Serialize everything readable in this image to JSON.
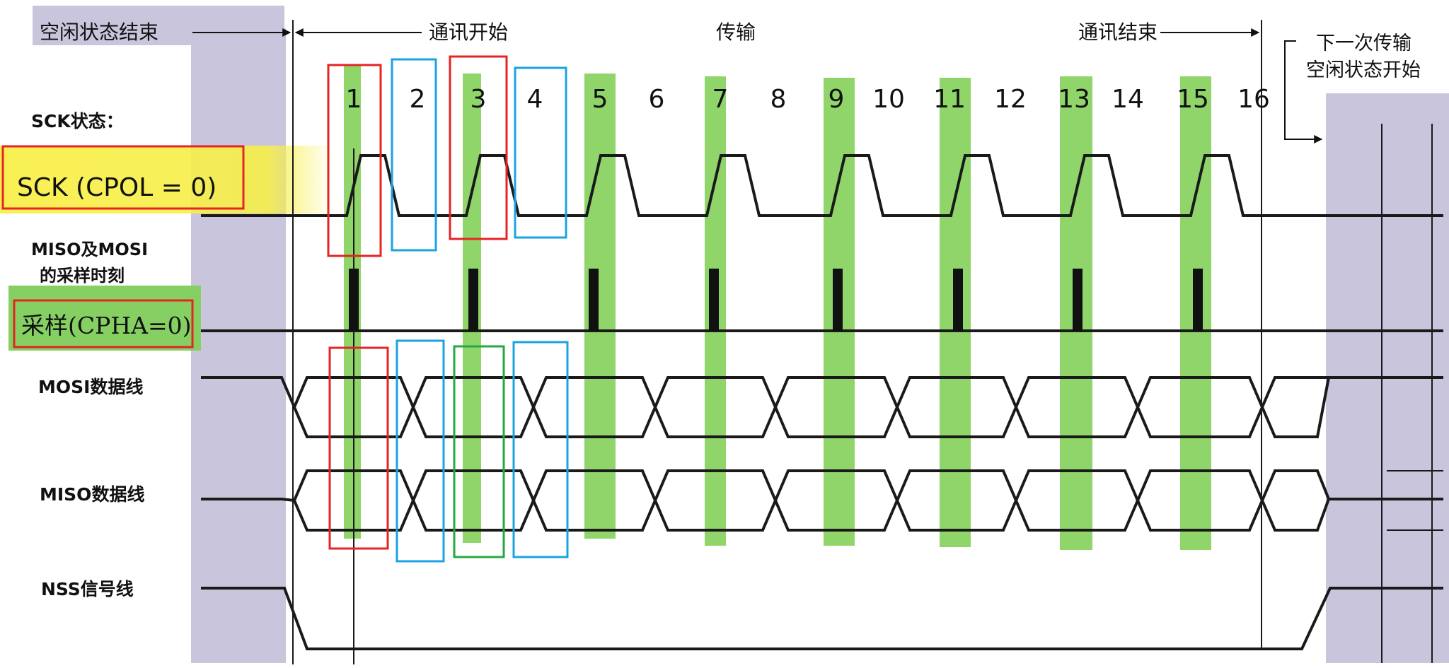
{
  "phases": {
    "idle_end": "空闲状态结束",
    "comm_start": "通讯开始",
    "transfer": "传输",
    "comm_end": "通讯结束",
    "next_idle_line1": "下一次传输",
    "next_idle_line2": "空闲状态开始"
  },
  "signals": {
    "sck_state": "SCK状态：",
    "sck_mode": "SCK (CPOL = 0)",
    "sample_title_line1": "MISO及MOSI",
    "sample_title_line2": "的采样时刻",
    "sample_mode": "采样(CPHA=0)",
    "mosi": "MOSI数据线",
    "miso": "MISO数据线",
    "nss": "NSS信号线"
  },
  "edge_numbers": [
    "1",
    "2",
    "3",
    "4",
    "5",
    "6",
    "7",
    "8",
    "9",
    "10",
    "11",
    "12",
    "13",
    "14",
    "15",
    "16"
  ],
  "colors": {
    "idle_band": "#c9c5dc",
    "sample_highlight": "#8fd56a",
    "sck_label_highlight": "#f7ef4a",
    "sample_label_highlight": "#86cf63",
    "red_box": "#e52424",
    "blue_box": "#1aa3e0",
    "green_box": "#25a840",
    "line": "#1a1a1a"
  }
}
